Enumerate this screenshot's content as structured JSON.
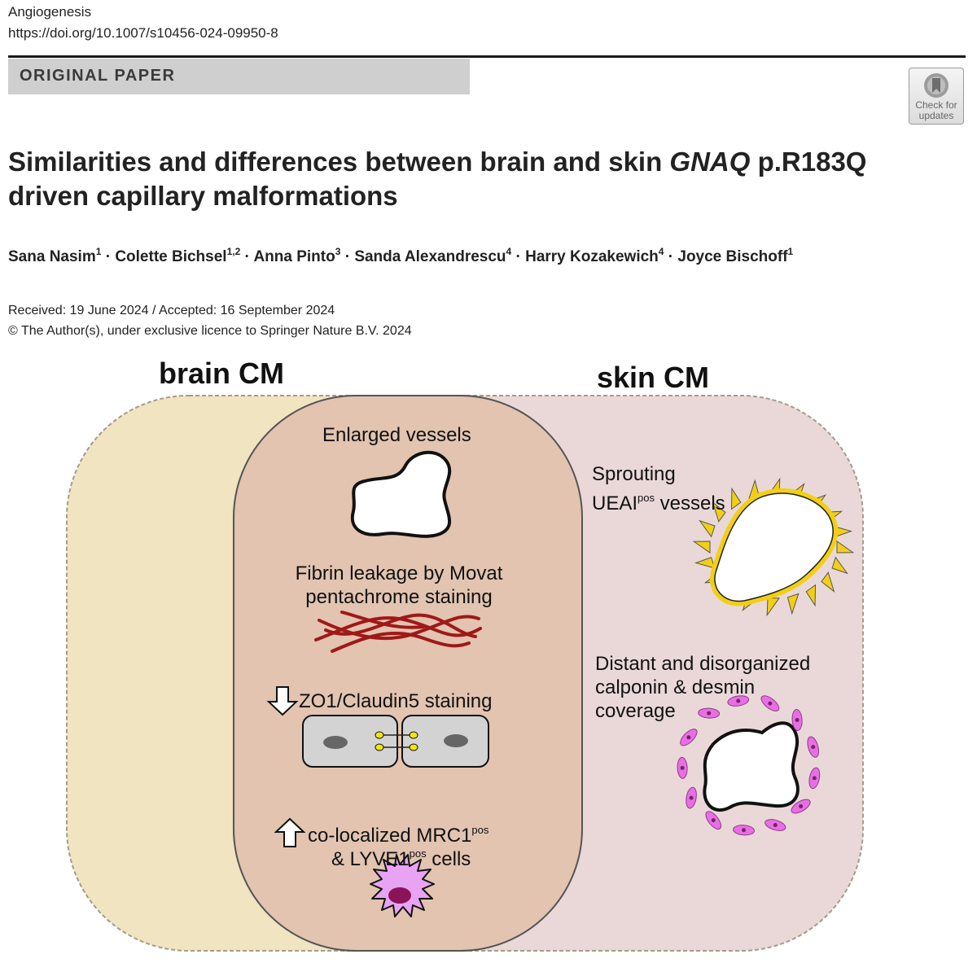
{
  "header": {
    "journal": "Angiogenesis",
    "doi": "https://doi.org/10.1007/s10456-024-09950-8",
    "banner": "ORIGINAL PAPER",
    "check_line1": "Check for",
    "check_line2": "updates",
    "check_icon": "bookmark-icon"
  },
  "article": {
    "title_part1": "Similarities and differences between brain and skin ",
    "title_gene": "GNAQ",
    "title_part2": " p.R183Q driven capillary malformations",
    "authors": [
      {
        "name": "Sana Nasim",
        "aff": "1"
      },
      {
        "name": "Colette Bichsel",
        "aff": "1,2"
      },
      {
        "name": "Anna Pinto",
        "aff": "3"
      },
      {
        "name": "Sanda Alexandrescu",
        "aff": "4"
      },
      {
        "name": "Harry Kozakewich",
        "aff": "4"
      },
      {
        "name": "Joyce Bischoff",
        "aff": "1"
      }
    ],
    "separator": " · ",
    "received": "Received: 19 June 2024 / Accepted: 16 September 2024",
    "copyright": "© The Author(s), under exclusive licence to Springer Nature B.V. 2024"
  },
  "figure": {
    "brain_label": "brain CM",
    "skin_label": "skin CM",
    "shared": {
      "enlarged": "Enlarged vessels",
      "fibrin_line1": "Fibrin leakage by Movat",
      "fibrin_line2": "pentachrome staining",
      "zo1": "ZO1/Claudin5 staining",
      "mrc_prefix": "co-localized MRC1",
      "mrc_sup": "pos",
      "lyve_prefix": "& LYVE1",
      "lyve_sup": "pos",
      "lyve_suffix": " cells"
    },
    "skin": {
      "sprout_line1": "Sprouting",
      "sprout_prefix": "UEAI",
      "sprout_sup": "pos",
      "sprout_suffix": " vessels",
      "distant_line1": "Distant and disorganized",
      "distant_line2": "calponin & desmin",
      "distant_line3": "coverage"
    },
    "colors": {
      "brain_fill": "#f0e4c1",
      "skin_fill": "#ead8d8",
      "overlap_fill": "#e2c4b0",
      "fibrin": "#a01818",
      "uea": "#f2cf14",
      "pericyte": "#e86fe3",
      "macrophage": "#e8a3f2",
      "nucleus": "#8a1459"
    }
  }
}
